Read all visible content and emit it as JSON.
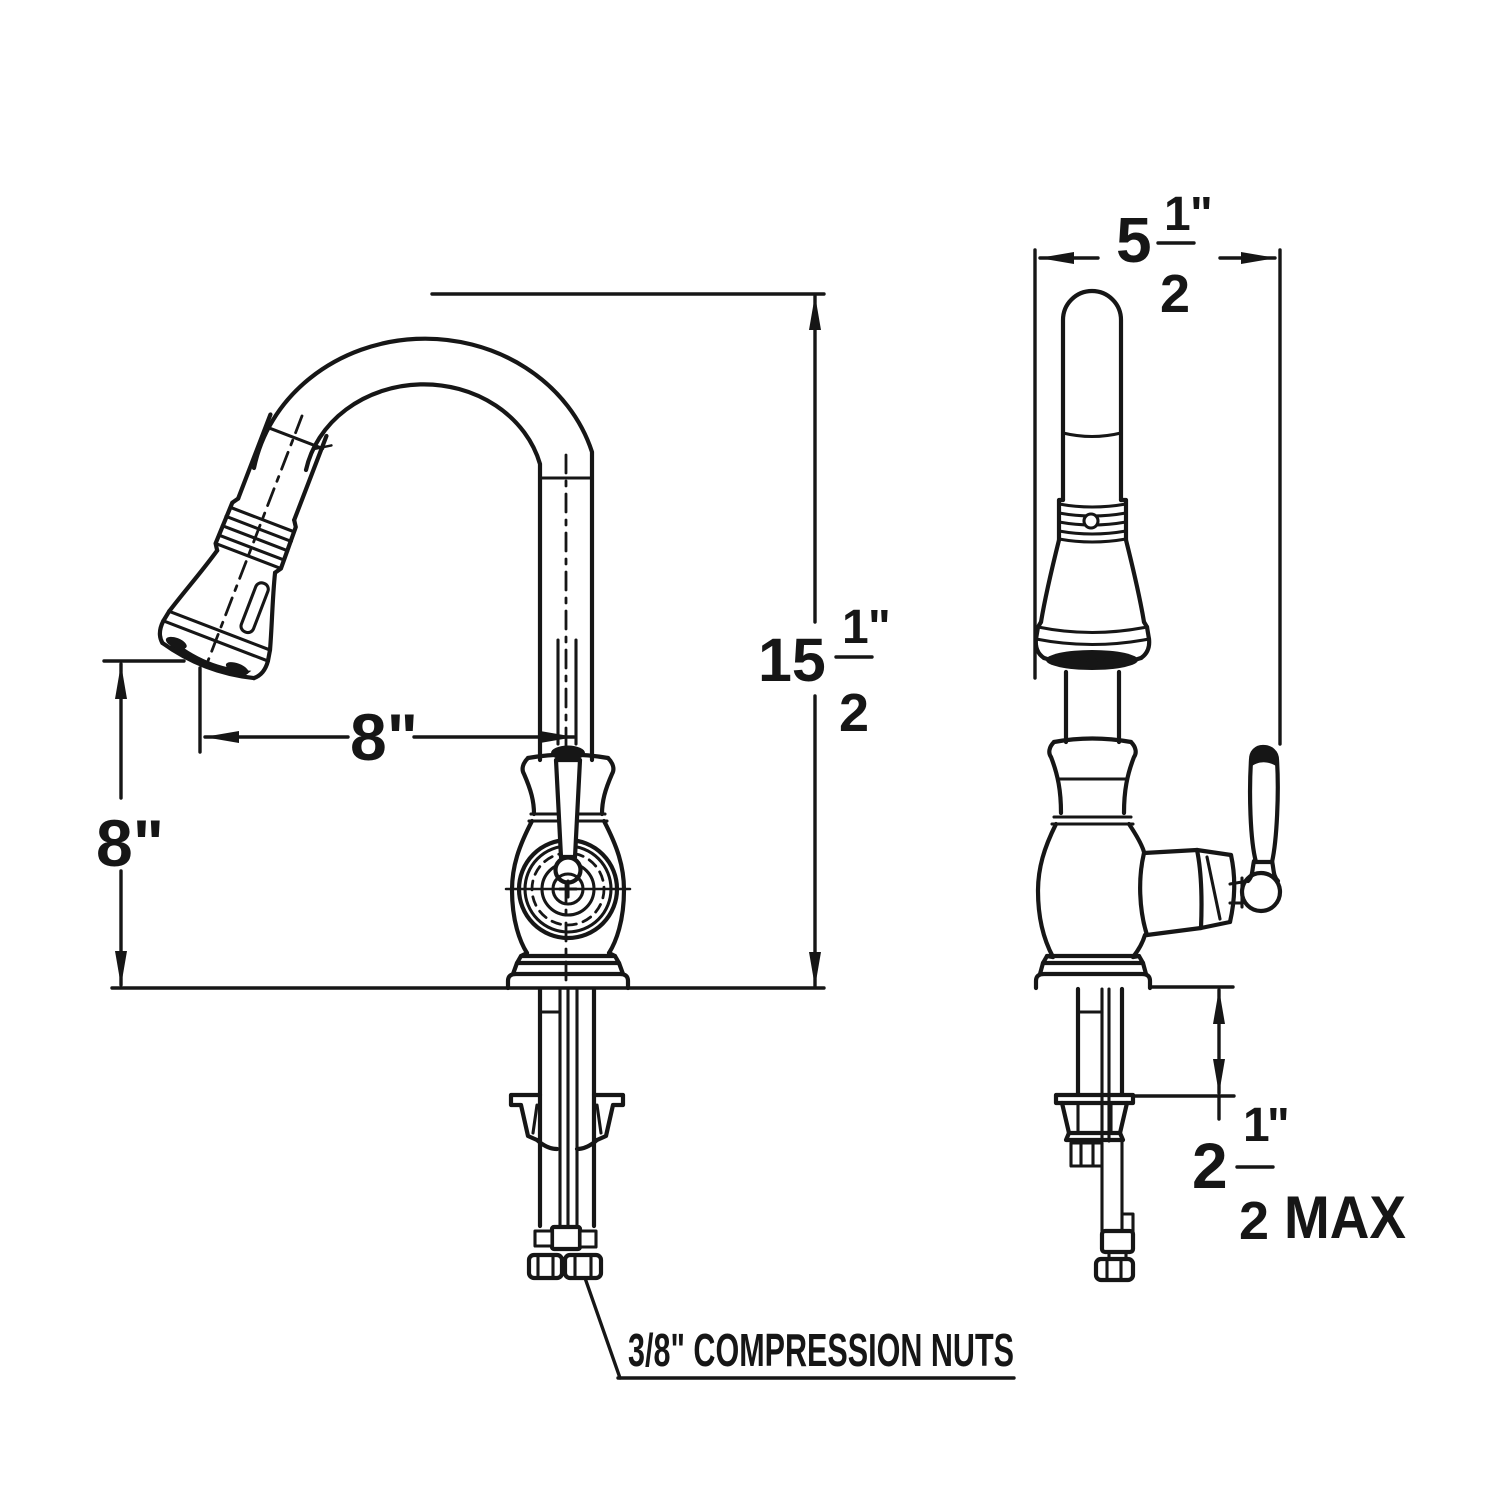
{
  "colors": {
    "line": "#161616",
    "background": "#ffffff"
  },
  "dimensions": {
    "depth": {
      "whole": "5",
      "numerator": "1",
      "unit": "\"",
      "denominator": "2"
    },
    "overall_height": {
      "whole": "15",
      "numerator": "1",
      "unit": "\"",
      "denominator": "2"
    },
    "spout_reach": {
      "value": "8\""
    },
    "spout_clearance": {
      "value": "8\""
    },
    "max_deck_thickness": {
      "whole": "2",
      "numerator": "1",
      "unit": "\"",
      "denominator": "2",
      "suffix": "MAX"
    }
  },
  "callout": {
    "text": "3/8\" COMPRESSION NUTS"
  }
}
